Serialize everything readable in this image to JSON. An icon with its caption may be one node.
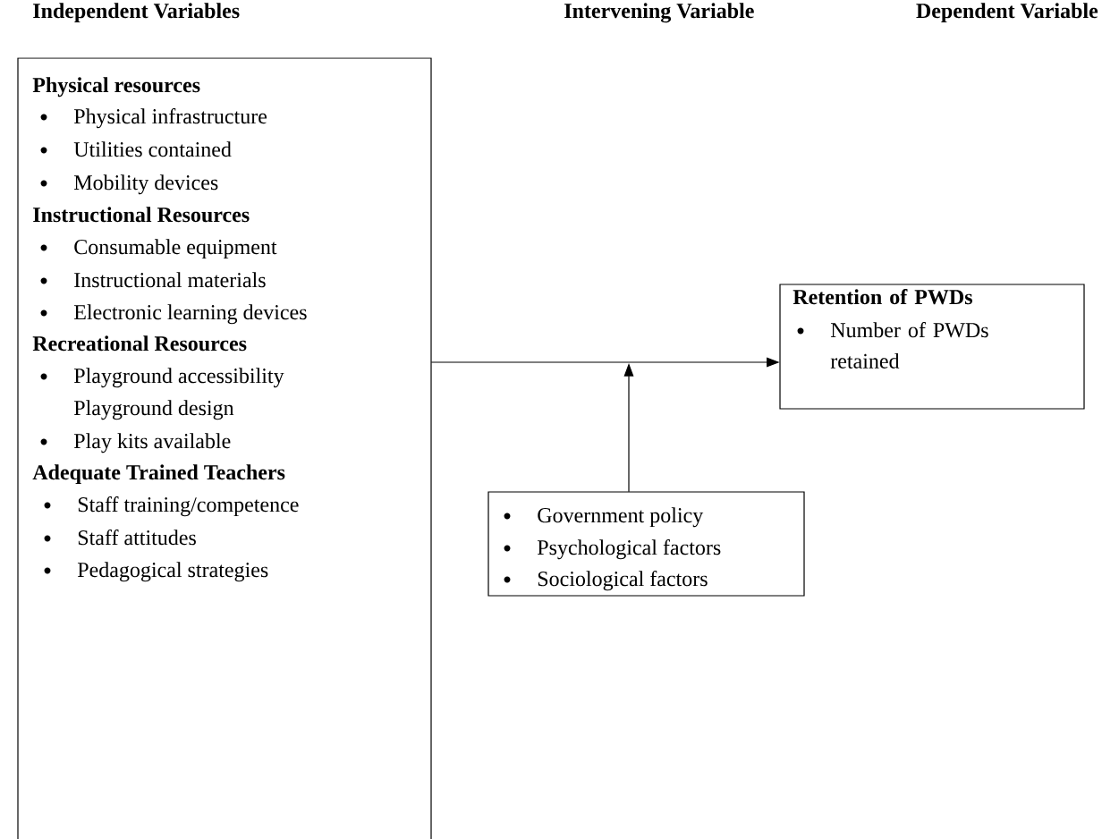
{
  "diagram": {
    "nodes": [
      {
        "text": [
          "Physical resources",
          "Physical infrastructure",
          "Utilities contained",
          "Mobility devices",
          "Instructional Resources",
          "Consumable equipment",
          "Instructional materials",
          "Electronic learning devices",
          "Recreational Resources",
          "Playground accessibility",
          "Playground design",
          "Play kits available",
          "Adequate Trained Teachers",
          "Staff training/competence",
          "Staff attitudes",
          "Pedagogical strategies"
        ]
      },
      {
        "text": [
          "Retention of PWDs",
          "Number of PWDs retained"
        ]
      },
      {
        "text": [
          "Government policy",
          "Psychological factors",
          "Sociological factors"
        ]
      }
    ],
    "edges": [
      {
        "from": 0,
        "to": 1,
        "arrow": "to"
      },
      {
        "from": 2,
        "to": null,
        "arrow": "to"
      }
    ],
    "labels": [
      "Independent Variables",
      "Intervening Variable",
      "Dependent Variable"
    ]
  }
}
